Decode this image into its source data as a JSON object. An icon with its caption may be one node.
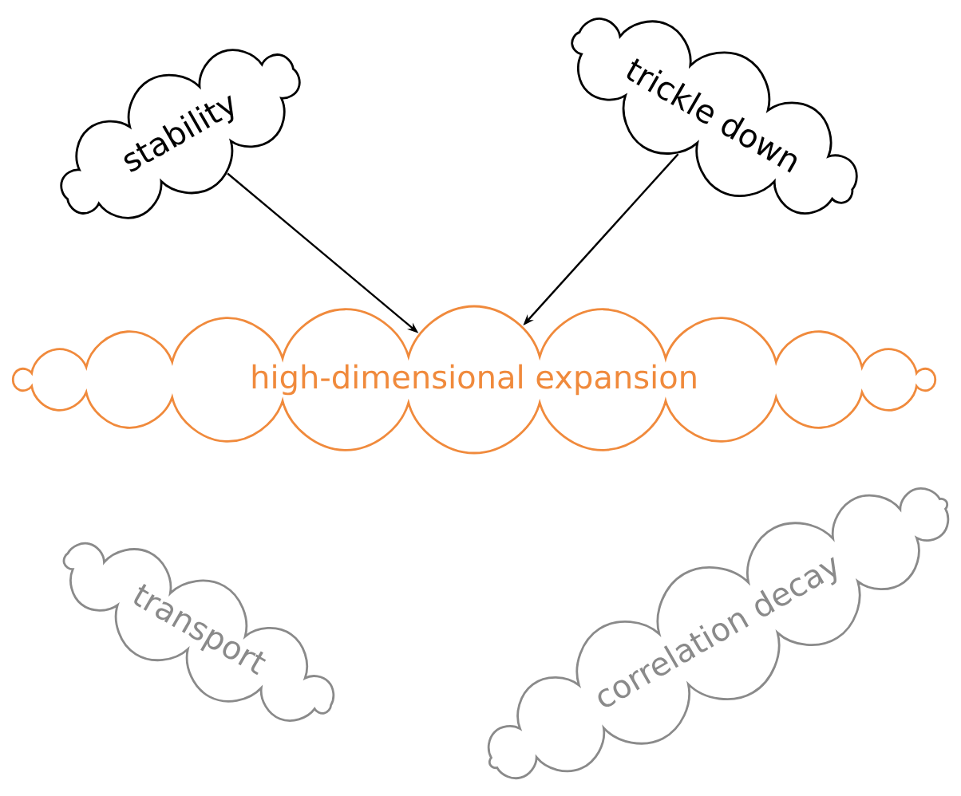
{
  "diagram": {
    "nodes": [
      {
        "text": [
          "stability"
        ]
      },
      {
        "text": [
          "trickle down"
        ]
      },
      {
        "text": [
          "high-dimensional expansion"
        ]
      },
      {
        "text": [
          "transport"
        ]
      },
      {
        "text": [
          "correlation decay"
        ]
      }
    ],
    "edges": [
      {
        "from": 0,
        "to": 2,
        "arrow": "to"
      },
      {
        "from": 1,
        "to": 2,
        "arrow": "to"
      }
    ]
  }
}
